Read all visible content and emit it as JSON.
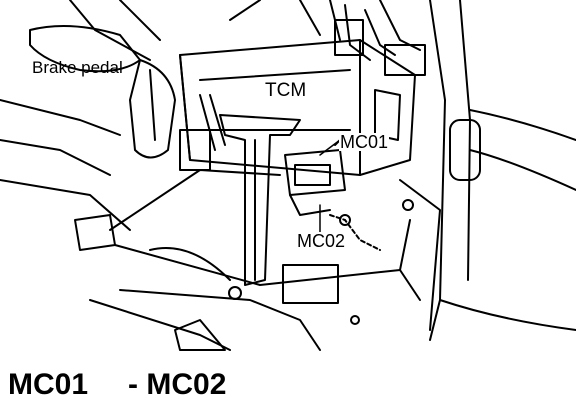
{
  "labels": {
    "brake_pedal": "Brake pedal",
    "tcm": "TCM",
    "mc01": "MC01",
    "mc02": "MC02"
  },
  "caption": {
    "left": "MC01",
    "right": "- MC02"
  }
}
